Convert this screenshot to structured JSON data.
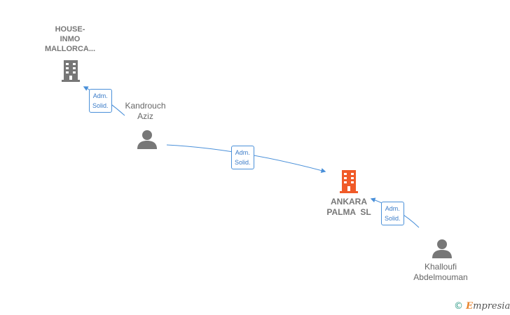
{
  "nodes": {
    "house_inmo": {
      "name_lines": [
        "HOUSE-",
        "INMO",
        "MALLORCA..."
      ],
      "type": "company"
    },
    "ankara": {
      "name_lines": [
        "ANKARA",
        "PALMA  SL"
      ],
      "type": "company-main"
    },
    "kandrouch": {
      "name_lines": [
        "Kandrouch",
        "Aziz"
      ],
      "type": "person"
    },
    "khalloufi": {
      "name_lines": [
        "Khalloufi",
        "Abdelmouman"
      ],
      "type": "person"
    }
  },
  "edges": [
    {
      "from": "kandrouch",
      "to": "house_inmo",
      "label_lines": [
        "Adm.",
        "Solid."
      ]
    },
    {
      "from": "kandrouch",
      "to": "ankara",
      "label_lines": [
        "Adm.",
        "Solid."
      ]
    },
    {
      "from": "khalloufi",
      "to": "ankara",
      "label_lines": [
        "Adm.",
        "Solid."
      ]
    }
  ],
  "colors": {
    "company_gray": "#777777",
    "company_main": "#f05a28",
    "person": "#777777",
    "edge": "#4a90d9"
  },
  "icons": {
    "company": "building-icon",
    "person": "person-icon"
  },
  "watermark": {
    "copyright": "©",
    "brand_first": "E",
    "brand_rest": "mpresia"
  }
}
